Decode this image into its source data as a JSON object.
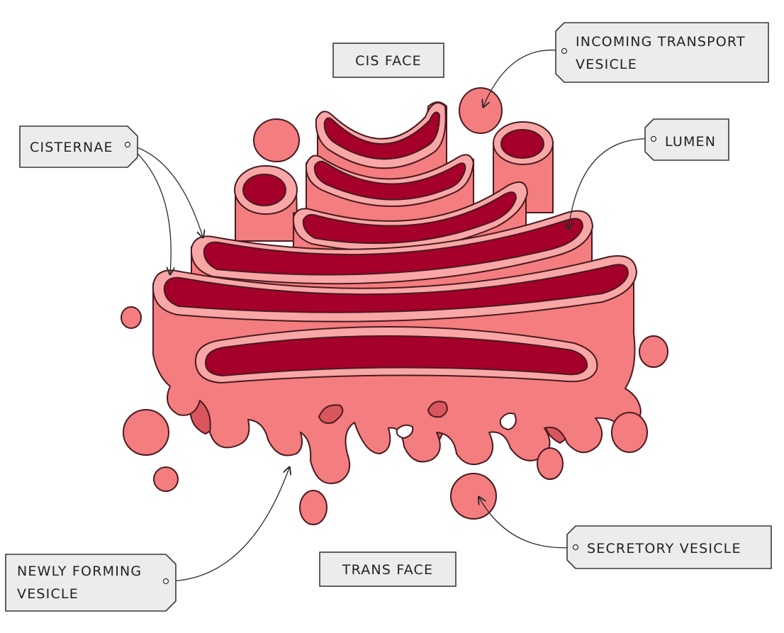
{
  "colors": {
    "membrane": "#f47d7f",
    "membrane_light": "#f8a7a6",
    "membrane_shadow": "#d9575c",
    "lumen": "#a5002a",
    "outline": "#4a1a20",
    "label_bg": "#ececec",
    "label_border": "#3a3a3a"
  },
  "labels": {
    "cis_face": "CIS FACE",
    "trans_face": "TRANS FACE",
    "incoming_line1": "INCOMING TRANSPORT",
    "incoming_line2": "VESICLE",
    "cisternae": "CISTERNAE",
    "lumen": "LUMEN",
    "newly_line1": "NEWLY FORMING",
    "newly_line2": "VESICLE",
    "secretory": "SECRETORY VESICLE"
  }
}
